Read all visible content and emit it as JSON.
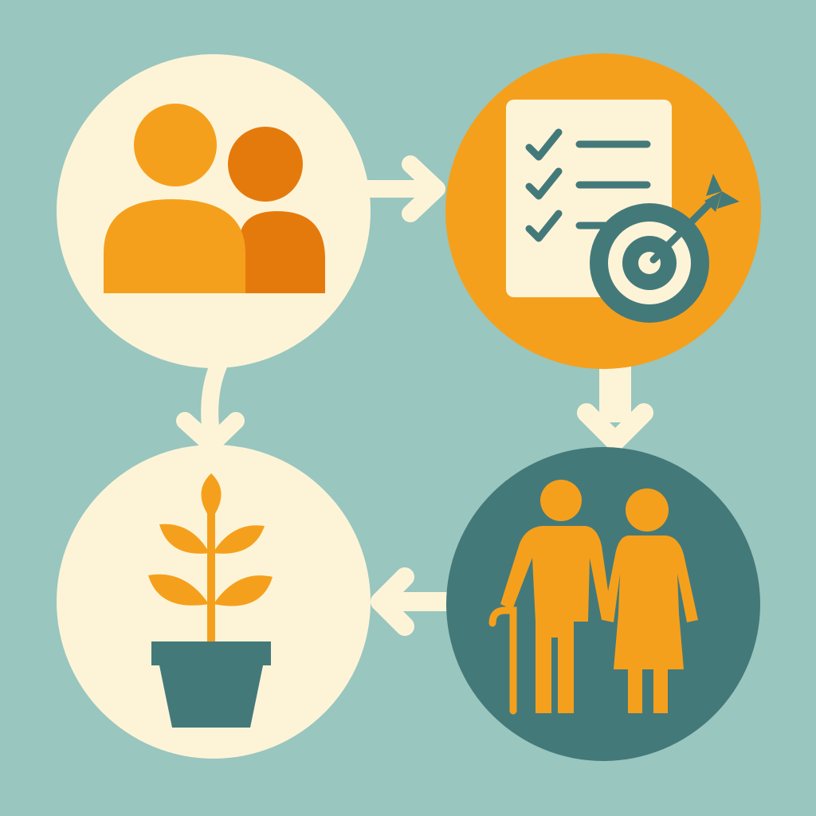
{
  "colors": {
    "background": "#99c6bf",
    "cream": "#fdf4d8",
    "orange": "#f5a01c",
    "dark_orange": "#e57a0c",
    "teal": "#44797a"
  },
  "nodes": [
    {
      "id": "people",
      "icon": "two-people-icon",
      "fill": "cream"
    },
    {
      "id": "goals",
      "icon": "checklist-target-icon",
      "fill": "orange"
    },
    {
      "id": "elders",
      "icon": "elderly-couple-icon",
      "fill": "teal"
    },
    {
      "id": "growth",
      "icon": "potted-plant-icon",
      "fill": "cream"
    }
  ],
  "edges": [
    {
      "from": "people",
      "to": "goals",
      "icon": "arrow-right-icon"
    },
    {
      "from": "goals",
      "to": "elders",
      "icon": "arrow-down-icon"
    },
    {
      "from": "elders",
      "to": "growth",
      "icon": "arrow-left-icon"
    },
    {
      "from": "people",
      "to": "growth",
      "icon": "arrow-down-icon"
    }
  ]
}
